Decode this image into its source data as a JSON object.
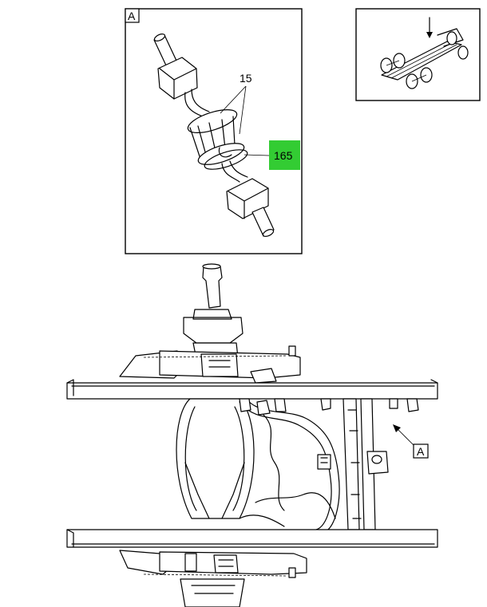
{
  "detail_view": {
    "tag": "A",
    "part_labels": {
      "primary": "15",
      "highlighted": "165"
    },
    "highlight_color": "#33cc33"
  },
  "main_view": {
    "view_tag": "A"
  }
}
